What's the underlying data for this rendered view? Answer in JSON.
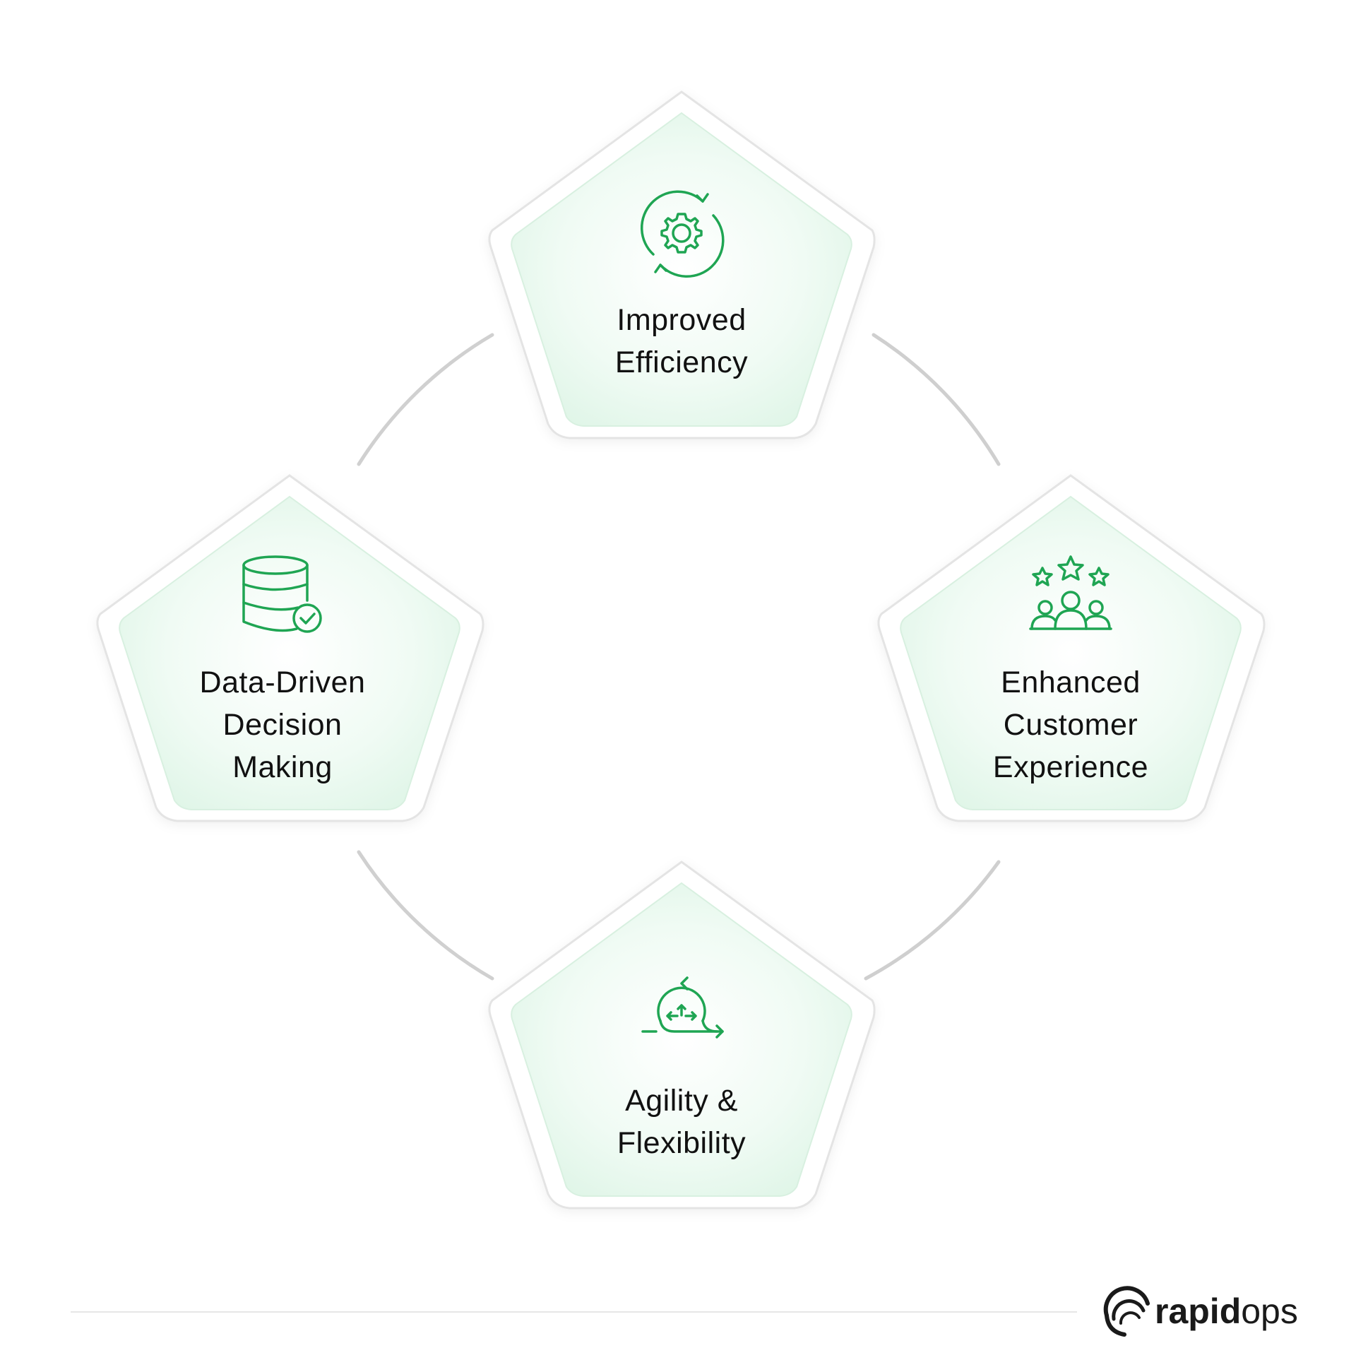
{
  "diagram": {
    "accent_color": "#1fa553",
    "fill_color": "#e9f8ee",
    "nodes": [
      {
        "id": "top",
        "icon": "gear-refresh-icon",
        "lines": [
          "Improved",
          "Efficiency"
        ]
      },
      {
        "id": "left",
        "icon": "database-check-icon",
        "lines": [
          "Data-Driven",
          "Decision",
          "Making"
        ]
      },
      {
        "id": "right",
        "icon": "customers-stars-icon",
        "lines": [
          "Enhanced",
          "Customer",
          "Experience"
        ]
      },
      {
        "id": "bottom",
        "icon": "agile-cycle-icon",
        "lines": [
          "Agility &",
          "Flexibility"
        ]
      }
    ]
  },
  "brand": {
    "name_bold": "rapid",
    "name_light": "ops",
    "logo_icon": "rapidops-swirl-icon"
  }
}
